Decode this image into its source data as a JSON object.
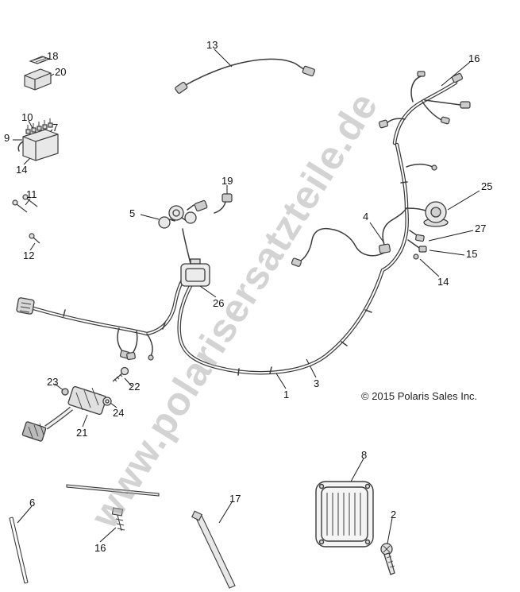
{
  "watermark": {
    "text": "www.polarisersatzteile.de"
  },
  "copyright": {
    "text": "© 2015 Polaris Sales Inc."
  },
  "callouts": [
    {
      "text": "18"
    },
    {
      "text": "20"
    },
    {
      "text": "10"
    },
    {
      "text": "7"
    },
    {
      "text": "9"
    },
    {
      "text": "14"
    },
    {
      "text": "11"
    },
    {
      "text": "12"
    },
    {
      "text": "13"
    },
    {
      "text": "16"
    },
    {
      "text": "19"
    },
    {
      "text": "5"
    },
    {
      "text": "25"
    },
    {
      "text": "4"
    },
    {
      "text": "27"
    },
    {
      "text": "15"
    },
    {
      "text": "14"
    },
    {
      "text": "26"
    },
    {
      "text": "23"
    },
    {
      "text": "22"
    },
    {
      "text": "24"
    },
    {
      "text": "21"
    },
    {
      "text": "1"
    },
    {
      "text": "3"
    },
    {
      "text": "8"
    },
    {
      "text": "6"
    },
    {
      "text": "17"
    },
    {
      "text": "16"
    },
    {
      "text": "2"
    }
  ]
}
